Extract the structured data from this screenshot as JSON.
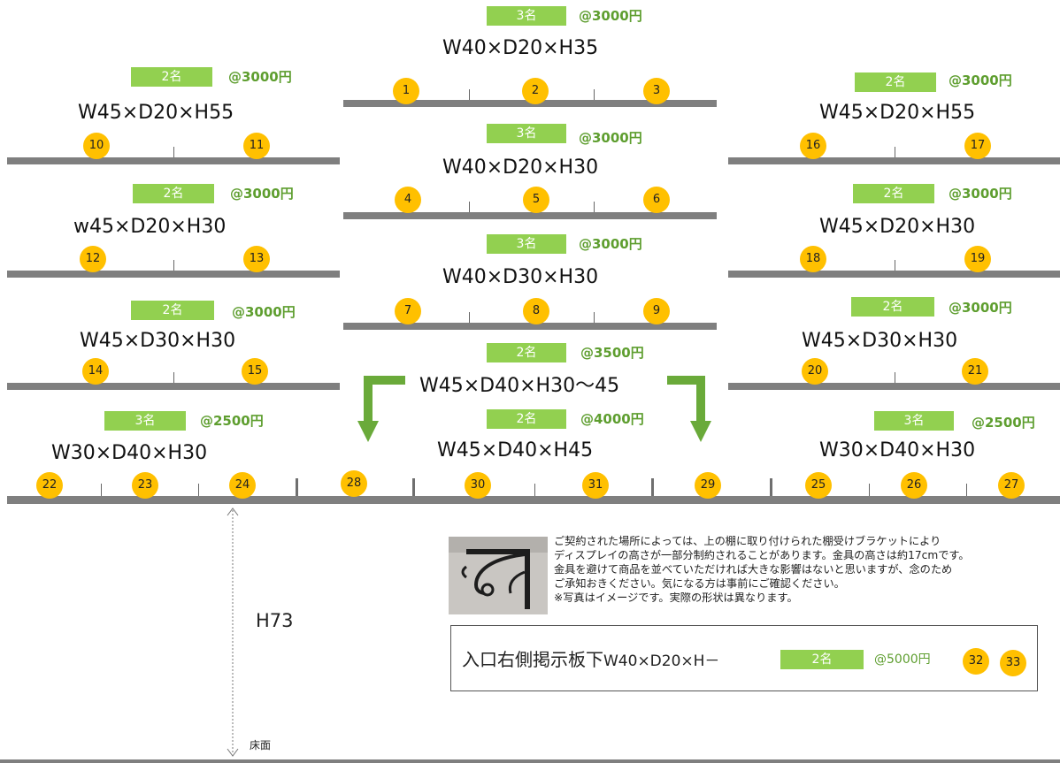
{
  "groups": [
    {
      "id": "top-center",
      "badge": "3名",
      "price": "@3000円",
      "dim": "W40×D20×H35",
      "nums": [
        "1",
        "2",
        "3"
      ]
    },
    {
      "id": "left-1",
      "badge": "2名",
      "price": "@3000円",
      "dim": "W45×D20×H55",
      "nums": [
        "10",
        "11"
      ]
    },
    {
      "id": "right-1",
      "badge": "2名",
      "price": "@3000円",
      "dim": "W45×D20×H55",
      "nums": [
        "16",
        "17"
      ]
    },
    {
      "id": "center-2",
      "badge": "3名",
      "price": "@3000円",
      "dim": "W40×D20×H30",
      "nums": [
        "4",
        "5",
        "6"
      ]
    },
    {
      "id": "left-2",
      "badge": "2名",
      "price": "@3000円",
      "dim": "w45×D20×H30",
      "nums": [
        "12",
        "13"
      ]
    },
    {
      "id": "right-2",
      "badge": "2名",
      "price": "@3000円",
      "dim": "W45×D20×H30",
      "nums": [
        "18",
        "19"
      ]
    },
    {
      "id": "center-3",
      "badge": "3名",
      "price": "@3000円",
      "dim": "W40×D30×H30",
      "nums": [
        "7",
        "8",
        "9"
      ]
    },
    {
      "id": "left-3",
      "badge": "2名",
      "price": "@3000円",
      "dim": "W45×D30×H30",
      "nums": [
        "14",
        "15"
      ]
    },
    {
      "id": "right-3",
      "badge": "2名",
      "price": "@3000円",
      "dim": "W45×D30×H30",
      "nums": [
        "20",
        "21"
      ]
    },
    {
      "id": "center-4",
      "badge": "2名",
      "price": "@3500円",
      "dim": "W45×D40×H30〜45",
      "nums": [
        "28",
        "29"
      ]
    },
    {
      "id": "bottom-left",
      "badge": "3名",
      "price": "@2500円",
      "dim": "W30×D40×H30",
      "nums": [
        "22",
        "23",
        "24"
      ]
    },
    {
      "id": "bottom-center",
      "badge": "2名",
      "price": "@4000円",
      "dim": "W45×D40×H45",
      "nums": [
        "30",
        "31"
      ]
    },
    {
      "id": "bottom-right",
      "badge": "3名",
      "price": "@2500円",
      "dim": "W30×D40×H30",
      "nums": [
        "25",
        "26",
        "27"
      ]
    }
  ],
  "height_label": "H73",
  "floor_label": "床面",
  "note_lines": [
    "ご契約された場所によっては、上の棚に取り付けられた棚受けブラケットにより",
    "ディスプレイの高さが一部分制約されることがあります。金具の高さは約17cmです。",
    "金具を避けて商品を並べていただければ大きな影響はないと思いますが、念のため",
    "ご承知おきください。気になる方は事前にご確認ください。",
    "※写真はイメージです。実際の形状は異なります。"
  ],
  "entrance": {
    "label": "入口右側掲示板下",
    "dim": "W40×D20×H－",
    "badge": "2名",
    "price": "@5000円",
    "nums": [
      "32",
      "33"
    ]
  },
  "colors": {
    "shelf": "#7f7f7f",
    "badge": "#92d050",
    "price": "#5e9e2f",
    "circle": "#ffc000",
    "arrow": "#6aaa3a"
  },
  "icons": [
    "arrow-down-left-icon",
    "arrow-down-right-icon",
    "bracket-photo"
  ]
}
